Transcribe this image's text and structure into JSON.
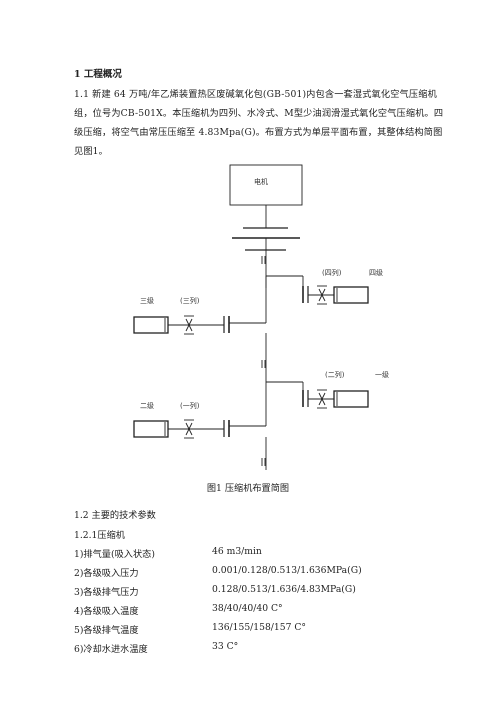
{
  "section": {
    "heading": "1 工程概况",
    "paragraph_lines": [
      "1.1 新建 64 万吨/年乙烯装置热区废碱氧化包(GB-501)内包含一套湿式氧化空气压缩机",
      "组，位号为CB-501X。本压缩机为四列、水冷式、M型少油润滑湿式氧化空气压缩机。四",
      "级压缩，将空气由常压压缩至 4.83Mpa(G)。布置方式为单层平面布置，其整体结构简图",
      "见图1。"
    ]
  },
  "figure": {
    "motor_label": "电机",
    "stage4_label": "(四列)",
    "stage4_name": "四级",
    "stage3_name": "三级",
    "stage3_label": "(三列)",
    "stage1_col_label": "(二列)",
    "stage1_name": "一级",
    "stage2_name": "二级",
    "stage2_label": "(一列)",
    "caption": "图1 压缩机布置简图"
  },
  "params": {
    "title": "1.2 主要的技术参数",
    "subtitle": "1.2.1压缩机",
    "rows": [
      {
        "label": "1)排气量(吸入状态)",
        "value": "46 m3/min"
      },
      {
        "label": "2)各级吸入压力",
        "value": "0.001/0.128/0.513/1.636MPa(G)"
      },
      {
        "label": "3)各级排气压力",
        "value": "0.128/0.513/1.636/4.83MPa(G)"
      },
      {
        "label": "4)各级吸入温度",
        "value": "38/40/40/40  C°"
      },
      {
        "label": "5)各级排气温度",
        "value": "136/155/158/157  C°"
      },
      {
        "label": "6)冷却水进水温度",
        "value": "33 C°"
      }
    ]
  }
}
